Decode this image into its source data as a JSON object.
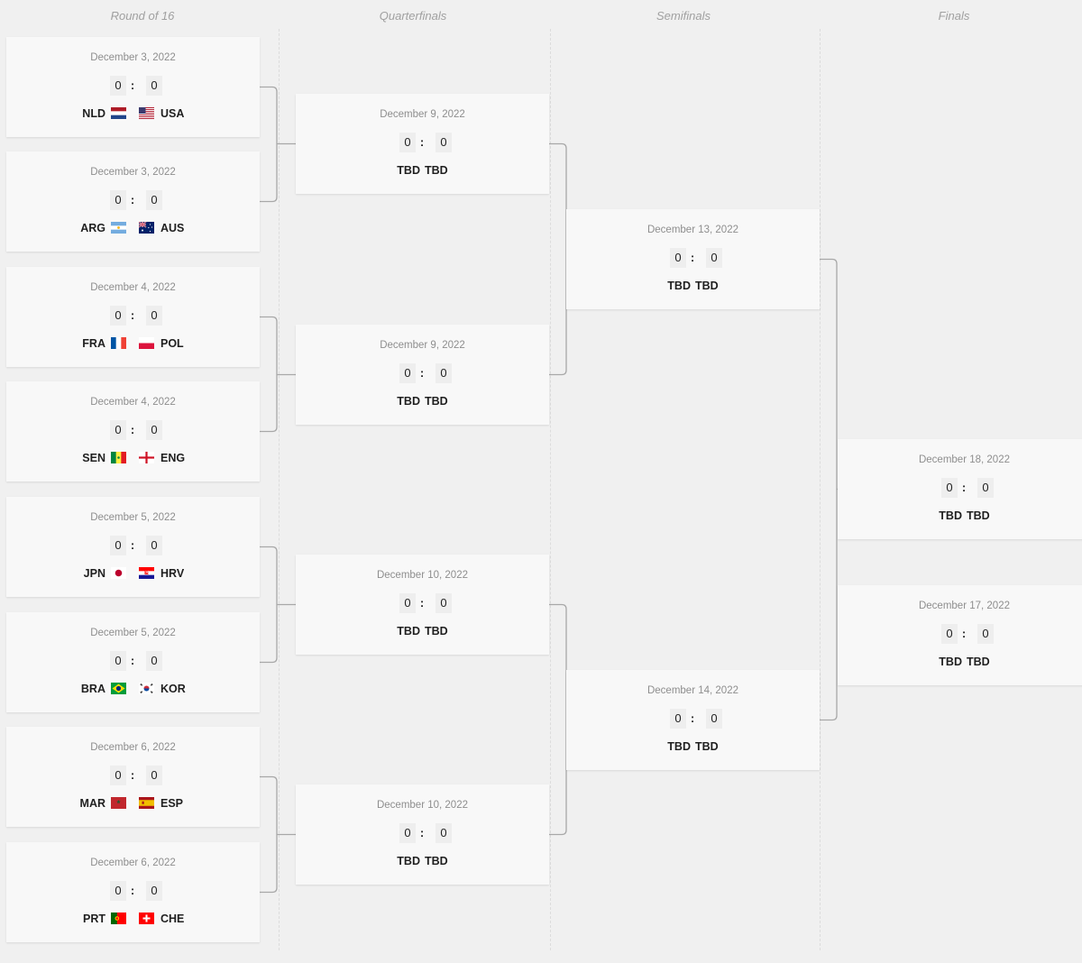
{
  "rounds": [
    {
      "title": "Round of 16"
    },
    {
      "title": "Quarterfinals"
    },
    {
      "title": "Semifinals"
    },
    {
      "title": "Finals"
    }
  ],
  "colors": {
    "background": "#f0f0f0",
    "card": "#f8f8f8",
    "connector": "#a8a8a8",
    "round_title": "#a0a0a0"
  },
  "matches": [
    {
      "round": 0,
      "date": "December 3, 2022",
      "home_score": "0",
      "away_score": "0",
      "home": "NLD",
      "away": "USA",
      "home_flag": "netherlands-flag-icon",
      "away_flag": "usa-flag-icon"
    },
    {
      "round": 0,
      "date": "December 3, 2022",
      "home_score": "0",
      "away_score": "0",
      "home": "ARG",
      "away": "AUS",
      "home_flag": "argentina-flag-icon",
      "away_flag": "australia-flag-icon"
    },
    {
      "round": 0,
      "date": "December 4, 2022",
      "home_score": "0",
      "away_score": "0",
      "home": "FRA",
      "away": "POL",
      "home_flag": "france-flag-icon",
      "away_flag": "poland-flag-icon"
    },
    {
      "round": 0,
      "date": "December 4, 2022",
      "home_score": "0",
      "away_score": "0",
      "home": "SEN",
      "away": "ENG",
      "home_flag": "senegal-flag-icon",
      "away_flag": "england-flag-icon"
    },
    {
      "round": 0,
      "date": "December 5, 2022",
      "home_score": "0",
      "away_score": "0",
      "home": "JPN",
      "away": "HRV",
      "home_flag": "japan-flag-icon",
      "away_flag": "croatia-flag-icon"
    },
    {
      "round": 0,
      "date": "December 5, 2022",
      "home_score": "0",
      "away_score": "0",
      "home": "BRA",
      "away": "KOR",
      "home_flag": "brazil-flag-icon",
      "away_flag": "south-korea-flag-icon"
    },
    {
      "round": 0,
      "date": "December 6, 2022",
      "home_score": "0",
      "away_score": "0",
      "home": "MAR",
      "away": "ESP",
      "home_flag": "morocco-flag-icon",
      "away_flag": "spain-flag-icon"
    },
    {
      "round": 0,
      "date": "December 6, 2022",
      "home_score": "0",
      "away_score": "0",
      "home": "PRT",
      "away": "CHE",
      "home_flag": "portugal-flag-icon",
      "away_flag": "switzerland-flag-icon"
    },
    {
      "round": 1,
      "date": "December 9, 2022",
      "home_score": "0",
      "away_score": "0",
      "home": "TBD",
      "away": "TBD"
    },
    {
      "round": 1,
      "date": "December 9, 2022",
      "home_score": "0",
      "away_score": "0",
      "home": "TBD",
      "away": "TBD"
    },
    {
      "round": 1,
      "date": "December 10, 2022",
      "home_score": "0",
      "away_score": "0",
      "home": "TBD",
      "away": "TBD"
    },
    {
      "round": 1,
      "date": "December 10, 2022",
      "home_score": "0",
      "away_score": "0",
      "home": "TBD",
      "away": "TBD"
    },
    {
      "round": 2,
      "date": "December 13, 2022",
      "home_score": "0",
      "away_score": "0",
      "home": "TBD",
      "away": "TBD"
    },
    {
      "round": 2,
      "date": "December 14, 2022",
      "home_score": "0",
      "away_score": "0",
      "home": "TBD",
      "away": "TBD"
    },
    {
      "round": 3,
      "date": "December 18, 2022",
      "home_score": "0",
      "away_score": "0",
      "home": "TBD",
      "away": "TBD"
    },
    {
      "round": 3,
      "date": "December 17, 2022",
      "home_score": "0",
      "away_score": "0",
      "home": "TBD",
      "away": "TBD"
    }
  ]
}
